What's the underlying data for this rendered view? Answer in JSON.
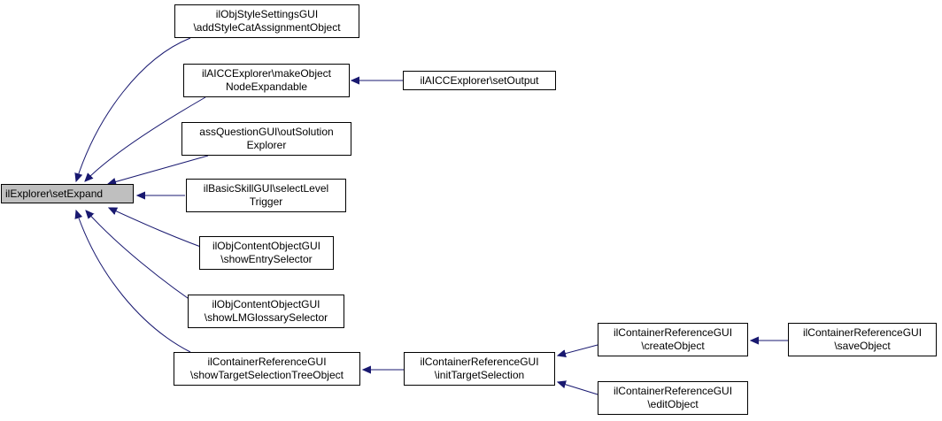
{
  "colors": {
    "edge": "#191970",
    "root_fill": "#bfbfbf",
    "node_fill": "#ffffff",
    "border": "#000000"
  },
  "nodes": {
    "root": {
      "lines": [
        "ilExplorer\\setExpand"
      ]
    },
    "style": {
      "lines": [
        "ilObjStyleSettingsGUI",
        "\\addStyleCatAssignmentObject"
      ]
    },
    "aicc_make": {
      "lines": [
        "ilAICCExplorer\\makeObject",
        "NodeExpandable"
      ]
    },
    "aicc_out": {
      "lines": [
        "ilAICCExplorer\\setOutput"
      ]
    },
    "assq": {
      "lines": [
        "assQuestionGUI\\outSolution",
        "Explorer"
      ]
    },
    "basic": {
      "lines": [
        "ilBasicSkillGUI\\selectLevel",
        "Trigger"
      ]
    },
    "entry": {
      "lines": [
        "ilObjContentObjectGUI",
        "\\showEntrySelector"
      ]
    },
    "lmg": {
      "lines": [
        "ilObjContentObjectGUI",
        "\\showLMGlossarySelector"
      ]
    },
    "tree": {
      "lines": [
        "ilContainerReferenceGUI",
        "\\showTargetSelectionTreeObject"
      ]
    },
    "init": {
      "lines": [
        "ilContainerReferenceGUI",
        "\\initTargetSelection"
      ]
    },
    "create": {
      "lines": [
        "ilContainerReferenceGUI",
        "\\createObject"
      ]
    },
    "save": {
      "lines": [
        "ilContainerReferenceGUI",
        "\\saveObject"
      ]
    },
    "edit": {
      "lines": [
        "ilContainerReferenceGUI",
        "\\editObject"
      ]
    }
  },
  "edges": [
    {
      "from": "style",
      "to": "root"
    },
    {
      "from": "aicc_make",
      "to": "root"
    },
    {
      "from": "assq",
      "to": "root"
    },
    {
      "from": "basic",
      "to": "root"
    },
    {
      "from": "entry",
      "to": "root"
    },
    {
      "from": "lmg",
      "to": "root"
    },
    {
      "from": "tree",
      "to": "root"
    },
    {
      "from": "aicc_out",
      "to": "aicc_make"
    },
    {
      "from": "init",
      "to": "tree"
    },
    {
      "from": "create",
      "to": "init"
    },
    {
      "from": "edit",
      "to": "init"
    },
    {
      "from": "save",
      "to": "create"
    }
  ]
}
